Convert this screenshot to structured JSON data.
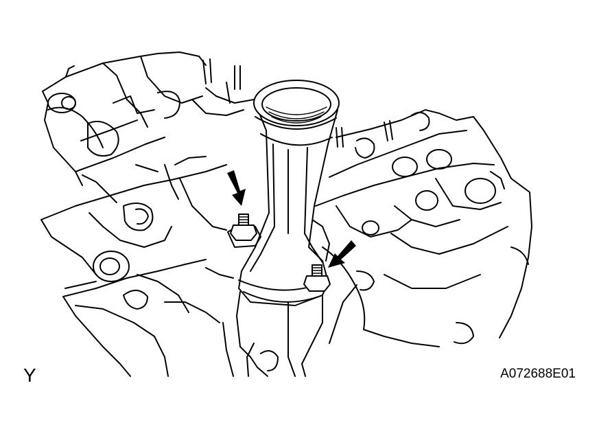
{
  "figure": {
    "corner_letter": "Y",
    "code": "A072688E01"
  },
  "colors": {
    "ink": "#000000",
    "paper": "#ffffff"
  },
  "arrows": {
    "count": 2,
    "icon": "pointer-arrow-icon"
  }
}
